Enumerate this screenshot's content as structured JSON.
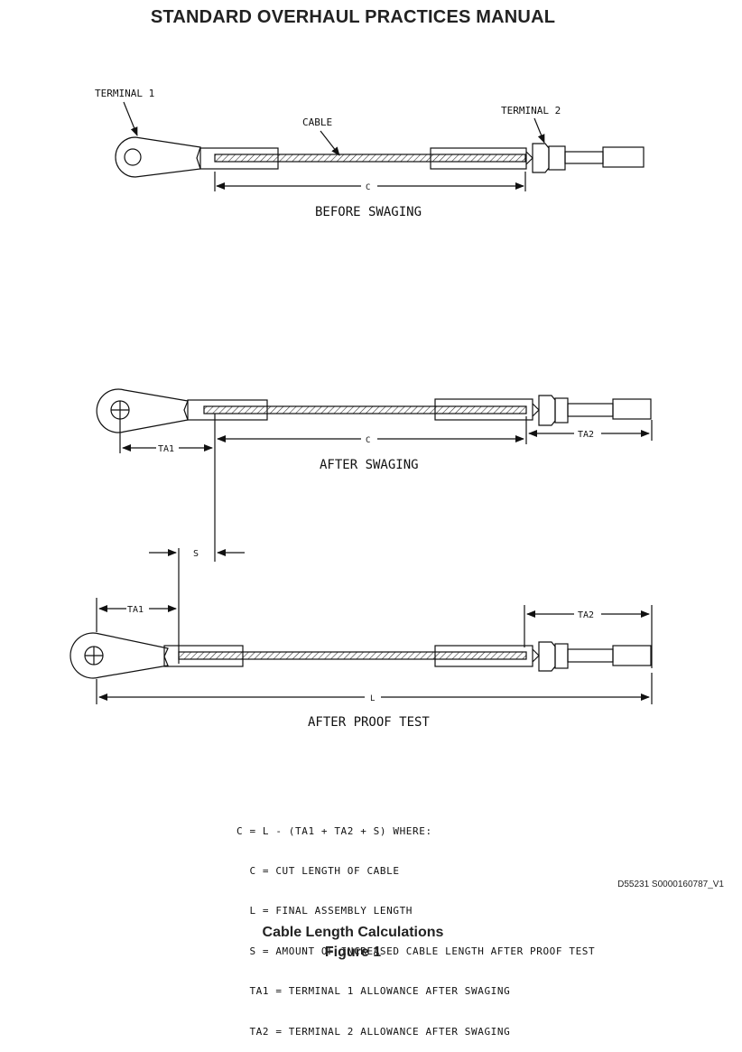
{
  "header": {
    "title": "STANDARD OVERHAUL PRACTICES MANUAL"
  },
  "diagram": {
    "labels": {
      "terminal1": "TERMINAL 1",
      "terminal2": "TERMINAL 2",
      "cable": "CABLE",
      "c": "C",
      "ta1": "TA1",
      "ta2": "TA2",
      "s": "S",
      "l": "L"
    },
    "views": {
      "before": "BEFORE SWAGING",
      "after_swaging": "AFTER SWAGING",
      "after_proof": "AFTER PROOF TEST"
    }
  },
  "legend": {
    "lines": [
      "C = L - (TA1 + TA2 + S) WHERE:",
      "  C = CUT LENGTH OF CABLE",
      "  L = FINAL ASSEMBLY LENGTH",
      "  S = AMOUNT OF INCREASED CABLE LENGTH AFTER PROOF TEST",
      "  TA1 = TERMINAL 1 ALLOWANCE AFTER SWAGING",
      "  TA2 = TERMINAL 2 ALLOWANCE AFTER SWAGING"
    ]
  },
  "drawing_id": "D55231 S0000160787_V1",
  "caption": {
    "line1": "Cable Length Calculations",
    "line2": "Figure 1"
  }
}
